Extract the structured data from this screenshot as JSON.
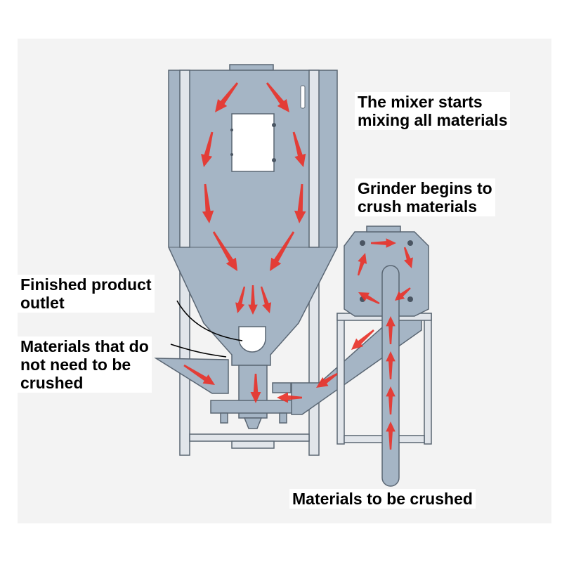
{
  "labels": {
    "mixer": [
      "The mixer starts",
      "mixing all materials"
    ],
    "grinder": [
      "Grinder begins to",
      "crush materials"
    ],
    "outlet": [
      "Finished product",
      "outlet"
    ],
    "uncrushed": [
      "Materials that do",
      "not need to be",
      "crushed"
    ],
    "to_crush": "Materials to be crushed"
  },
  "colors": {
    "background": "#f3f3f3",
    "body": "#a5b5c5",
    "body_dark": "#95a7b8",
    "outline": "#5a6673",
    "frame": "#d9dde2",
    "arrow": "#e8332a",
    "text": "#000000"
  }
}
